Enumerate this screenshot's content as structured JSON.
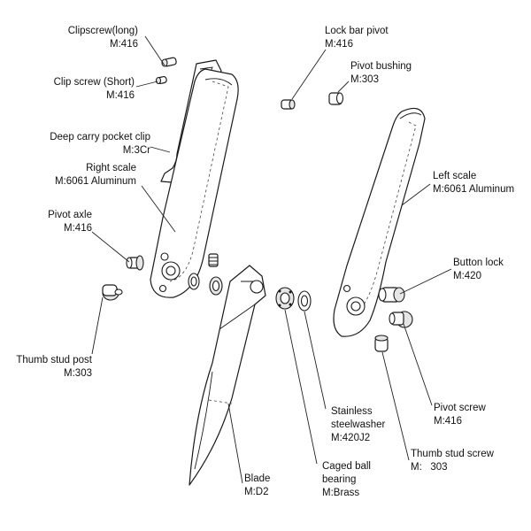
{
  "labels": {
    "clip_screw_long": {
      "name": "Clipscrew(long)",
      "material": "M:416"
    },
    "clip_screw_short": {
      "name": "Clip screw (Short)",
      "material": "M:416"
    },
    "deep_carry_clip": {
      "name": "Deep carry pocket clip",
      "material": "M:3Cr"
    },
    "right_scale": {
      "name": "Right scale",
      "material": "M:6061 Aluminum"
    },
    "pivot_axle": {
      "name": "Pivot axle",
      "material": "M:416"
    },
    "thumb_stud_post": {
      "name": "Thumb stud post",
      "material": "M:303"
    },
    "lock_bar_pivot": {
      "name": "Lock bar pivot",
      "material": "M:416"
    },
    "pivot_bushing": {
      "name": "Pivot bushing",
      "material": "M:303"
    },
    "left_scale": {
      "name": "Left scale",
      "material": "M:6061 Aluminum"
    },
    "button_lock": {
      "name": "Button lock",
      "material": "M:420"
    },
    "pivot_screw": {
      "name": "Pivot screw",
      "material": "M:416"
    },
    "thumb_stud_screw": {
      "name": "Thumb stud screw",
      "material": "M:   303"
    },
    "stainless_washer": {
      "name1": "Stainless",
      "name2": "steelwasher",
      "material": "M:420J2"
    },
    "caged_ball_bearing": {
      "name1": "Caged ball",
      "name2": "bearing",
      "material": "M:Brass"
    },
    "blade": {
      "name": "Blade",
      "material": "M:D2"
    }
  }
}
